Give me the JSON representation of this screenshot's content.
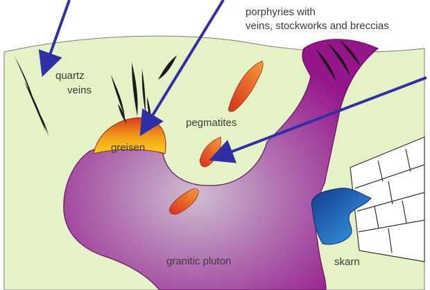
{
  "labels": {
    "porphyries_line1": "porphyries with",
    "porphyries_line2": "veins, stockworks and breccias",
    "quartz_line1": "quartz",
    "quartz_line2": "veins",
    "pegmatites": "pegmatites",
    "greisen": "greisen",
    "granitic_pluton": "granitic pluton",
    "skarn": "skarn"
  },
  "colors": {
    "country_rock": "#e4f2c6",
    "pluton_purple": "#9a1a8a",
    "pluton_center": "#c7b2c9",
    "greisen_orange": "#f3a21e",
    "greisen_red": "#d9401c",
    "pegmatite_red": "#e24a1c",
    "skarn_blue": "#1c4fa8",
    "arrow_blue": "#2f2fa6",
    "vein_black": "#1a1a1a",
    "limestone_white": "#ffffff"
  }
}
